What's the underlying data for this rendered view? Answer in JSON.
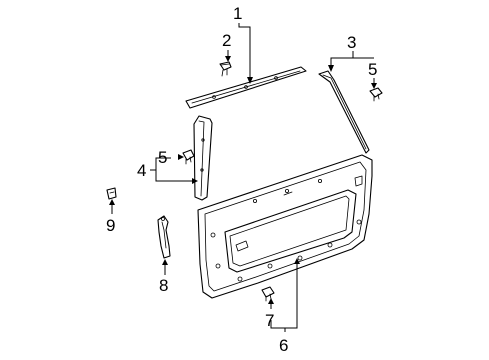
{
  "diagram": {
    "callouts": [
      {
        "id": "c1",
        "text": "1"
      },
      {
        "id": "c2",
        "text": "2"
      },
      {
        "id": "c3",
        "text": "3"
      },
      {
        "id": "c5a",
        "text": "5"
      },
      {
        "id": "c5b",
        "text": "5"
      },
      {
        "id": "c4",
        "text": "4"
      },
      {
        "id": "c9",
        "text": "9"
      },
      {
        "id": "c8",
        "text": "8"
      },
      {
        "id": "c7",
        "text": "7"
      },
      {
        "id": "c6",
        "text": "6"
      }
    ]
  }
}
